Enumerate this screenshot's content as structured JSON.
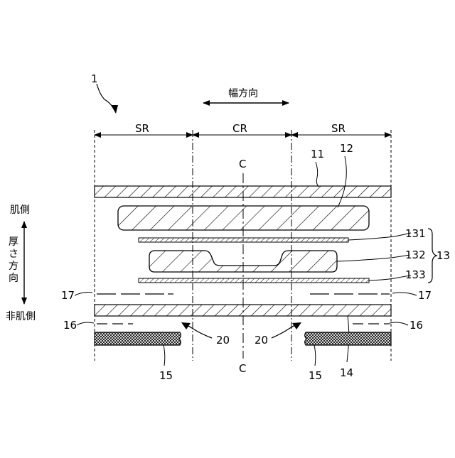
{
  "figure": {
    "ref_main": "1",
    "width_direction": "幅方向",
    "regions": {
      "left": "SR",
      "center": "CR",
      "right": "SR"
    },
    "centerline": {
      "top": "C",
      "bottom": "C"
    },
    "thickness": {
      "skin_side": "肌側",
      "direction_chars": [
        "厚",
        "さ",
        "方",
        "向"
      ],
      "non_skin_side": "非肌側"
    },
    "refs": {
      "r11": "11",
      "r12": "12",
      "r131": "131",
      "r132": "132",
      "r133": "133",
      "r13": "13",
      "r14": "14",
      "r15_left": "15",
      "r15_right": "15",
      "r16_left": "16",
      "r16_right": "16",
      "r17_left": "17",
      "r17_right": "17",
      "r20_left": "20",
      "r20_right": "20"
    }
  }
}
